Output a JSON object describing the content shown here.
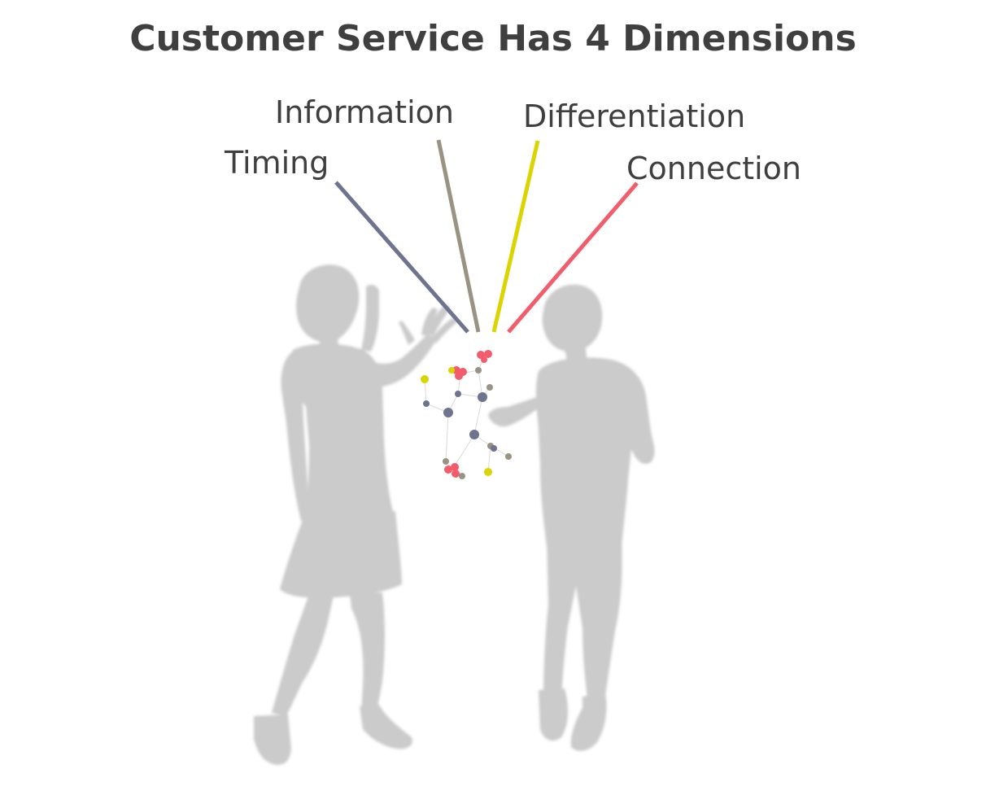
{
  "title": "Customer Service Has 4 Dimensions",
  "dimensions": [
    {
      "label": "Timing",
      "color": "#6e738f"
    },
    {
      "label": "Information",
      "color": "#9a9383"
    },
    {
      "label": "Differentiation",
      "color": "#dcd400"
    },
    {
      "label": "Connection",
      "color": "#f25c6b"
    }
  ],
  "colors": {
    "silhouette": "#cbcbcb",
    "text": "#3f3f3f",
    "network_edge": "#d9d9d9"
  }
}
